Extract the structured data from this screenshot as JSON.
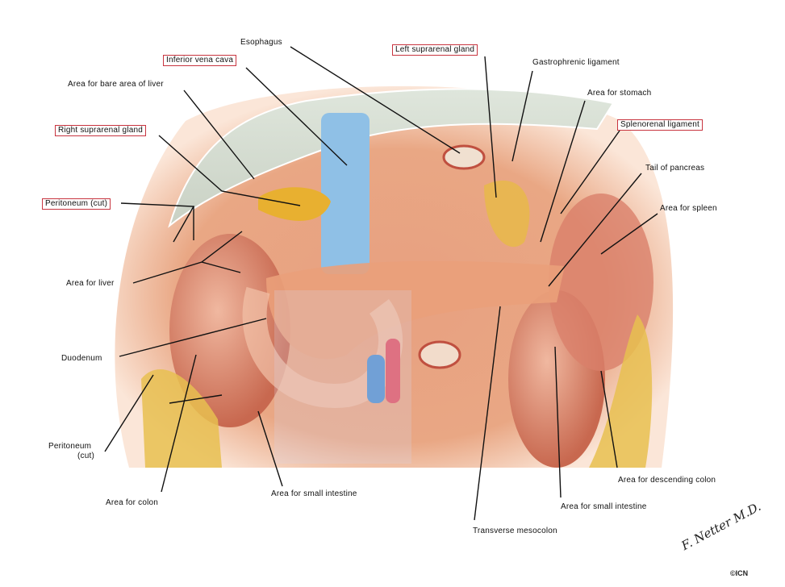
{
  "labels": {
    "esophagus": "Esophagus",
    "inferior_vena_cava": "Inferior vena cava",
    "left_suprarenal_gland": "Left suprarenal gland",
    "gastrophrenic_ligament": "Gastrophrenic ligament",
    "bare_area_of_liver": "Area for bare area of liver",
    "area_for_stomach": "Area for stomach",
    "right_suprarenal_gland": "Right suprarenal gland",
    "splenorenal_ligament": "Splenorenal ligament",
    "tail_of_pancreas": "Tail of pancreas",
    "peritoneum_cut_top": "Peritoneum (cut)",
    "area_for_spleen": "Area for spleen",
    "area_for_liver": "Area for liver",
    "duodenum": "Duodenum",
    "peritoneum_cut_bottom_1": "Peritoneum",
    "peritoneum_cut_bottom_2": "(cut)",
    "area_for_colon": "Area for colon",
    "area_for_small_intestine_left": "Area for small intestine",
    "area_for_descending_colon": "Area for descending colon",
    "area_for_small_intestine_right": "Area for small intestine",
    "transverse_mesocolon": "Transverse mesocolon"
  },
  "signature": {
    "name": "F. Netter M.D.",
    "copyright": "©ICN"
  },
  "colors": {
    "box_border": "#c8343f",
    "leader": "#111111"
  }
}
